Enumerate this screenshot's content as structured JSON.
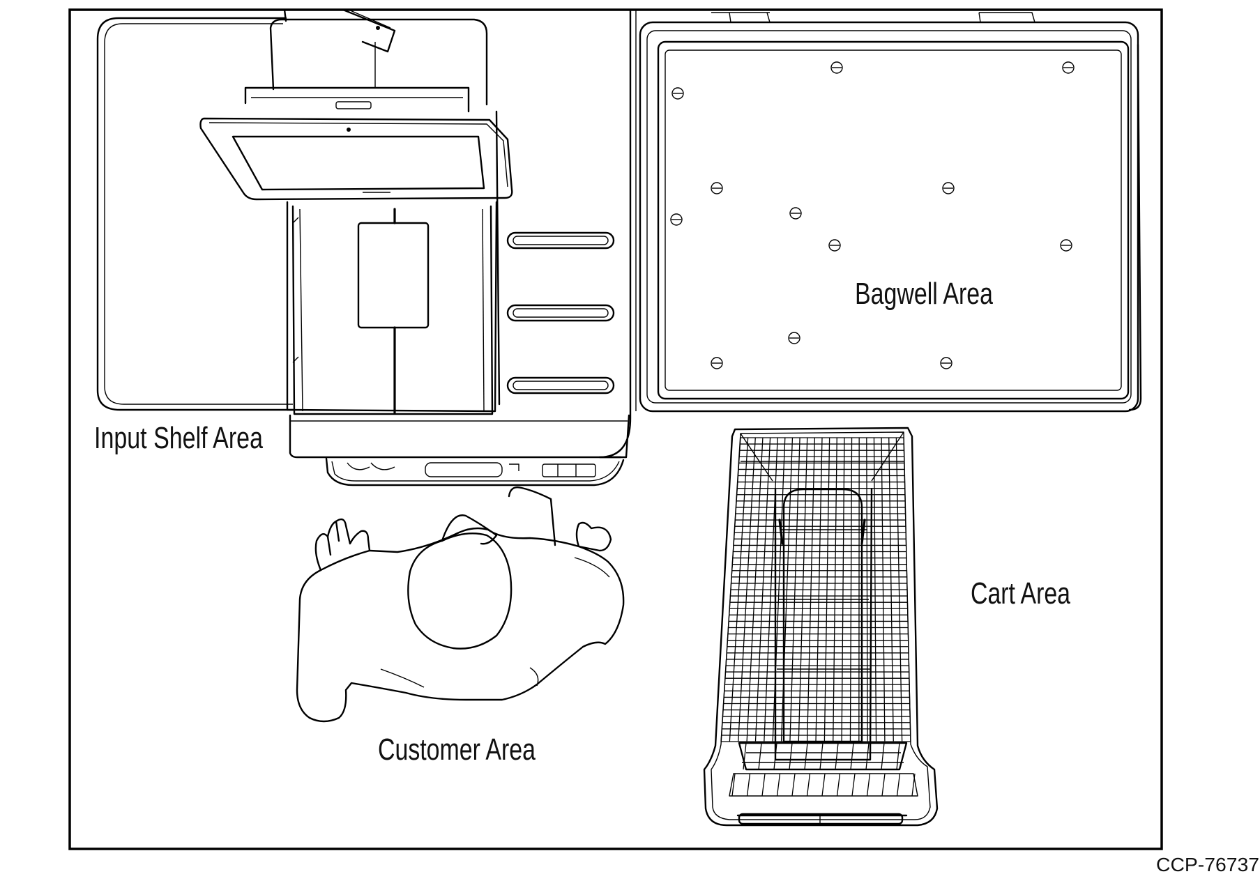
{
  "labels": {
    "input_shelf": "Input Shelf Area",
    "bagwell": "Bagwell Area",
    "cart": "Cart Area",
    "customer": "Customer Area"
  },
  "reference_code": "CCP-76737",
  "colors": {
    "line": "#000000",
    "background": "#ffffff"
  },
  "icons": {
    "kiosk": "self-checkout-kiosk",
    "cart": "shopping-cart-topview",
    "customer": "person-topview",
    "bagwell": "bagging-platform"
  }
}
